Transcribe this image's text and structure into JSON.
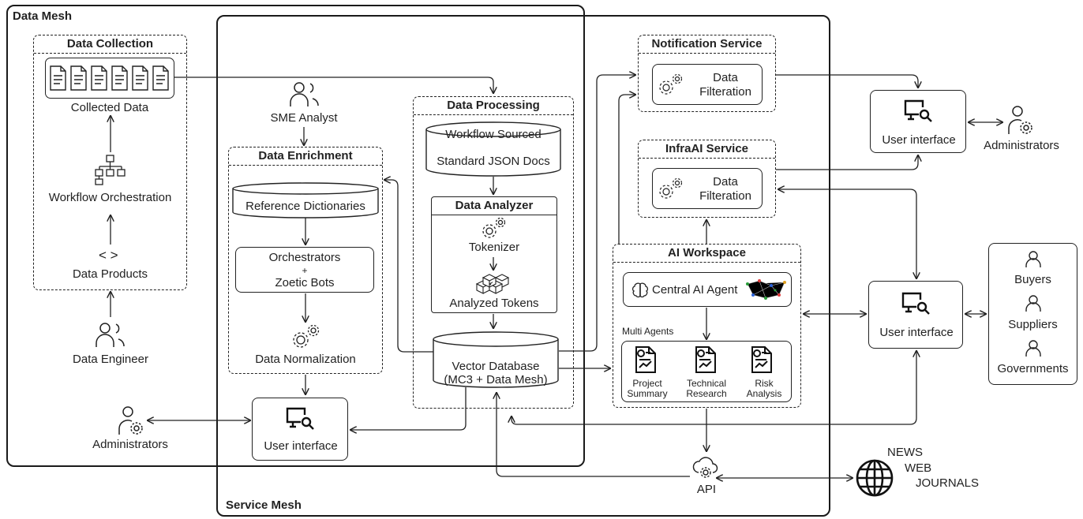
{
  "meshes": {
    "data_mesh": "Data Mesh",
    "service_mesh": "Service Mesh"
  },
  "data_collection": {
    "title": "Data Collection",
    "collected_data": "Collected Data",
    "workflow_orchestration": "Workflow Orchestration",
    "data_products": "Data Products",
    "data_engineer": "Data Engineer"
  },
  "sme_analyst": "SME Analyst",
  "data_enrichment": {
    "title": "Data Enrichment",
    "reference_dictionaries": "Reference Dictionaries",
    "orchestrators_line1": "Orchestrators",
    "orchestrators_plus": "+",
    "orchestrators_line2": "Zoetic Bots",
    "data_normalization": "Data Normalization"
  },
  "data_processing": {
    "title": "Data Processing",
    "workflow_sourced": "Workflow Sourced",
    "standard_json": "Standard JSON Docs",
    "analyzer_title": "Data Analyzer",
    "tokenizer": "Tokenizer",
    "analyzed_tokens": "Analyzed Tokens",
    "vector_db_line1": "Vector Database",
    "vector_db_line2": "(MC3 + Data Mesh)"
  },
  "admin_left": "Administrators",
  "ui_bottom": "User interface",
  "notification_service": {
    "title": "Notification Service",
    "filter_line1": "Data",
    "filter_line2": "Filteration"
  },
  "infraai_service": {
    "title": "InfraAI Service",
    "filter_line1": "Data",
    "filter_line2": "Filteration"
  },
  "ui_top_right": "User interface",
  "admin_right": "Administrators",
  "ai_workspace": {
    "title": "AI Workspace",
    "central_agent": "Central AI Agent",
    "multi_agents": "Multi Agents",
    "agents": [
      {
        "line1": "Project",
        "line2": "Summary"
      },
      {
        "line1": "Technical",
        "line2": "Research"
      },
      {
        "line1": "Risk",
        "line2": "Analysis"
      }
    ]
  },
  "ui_mid_right": "User interface",
  "stakeholders": [
    "Buyers",
    "Suppliers",
    "Governments"
  ],
  "api": "API",
  "external_sources": [
    "NEWS",
    "WEB",
    "JOURNALS"
  ]
}
